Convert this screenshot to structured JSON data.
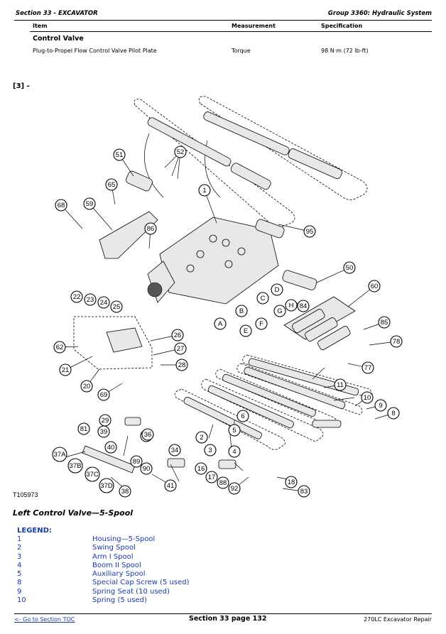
{
  "header": {
    "section": "Section 33 - EXCAVATOR",
    "group": "Group 3360: Hydraulic System"
  },
  "spec_table": {
    "col_item": "Item",
    "col_measurement": "Measurement",
    "col_specification": "Specification",
    "group_title": "Control Valve",
    "row": {
      "item": "Plug-to-Propel Flow Control Valve Pilot Plate",
      "measurement": "Torque",
      "specification": "98 N·m (72 lb-ft)"
    }
  },
  "figure": {
    "ref": "[3] -",
    "figure_id": "T105973",
    "caption": "Left Control Valve—5-Spool",
    "callouts": [
      "1",
      "2",
      "3",
      "4",
      "5",
      "6",
      "8",
      "9",
      "10",
      "11",
      "16",
      "17",
      "18",
      "20",
      "21",
      "22",
      "23",
      "24",
      "25",
      "26",
      "27",
      "28",
      "29",
      "34",
      "35",
      "36",
      "37A",
      "37B",
      "37C",
      "37D",
      "38",
      "39",
      "40",
      "41",
      "50",
      "51",
      "52",
      "59",
      "60",
      "62",
      "65",
      "68",
      "69",
      "77",
      "78",
      "81",
      "83",
      "84",
      "85",
      "86",
      "88",
      "89",
      "90",
      "92",
      "95",
      "A",
      "B",
      "C",
      "D",
      "E",
      "F",
      "G",
      "H"
    ]
  },
  "legend": {
    "title": "LEGEND:",
    "items": [
      {
        "num": "1",
        "desc": "Housing—5-Spool"
      },
      {
        "num": "2",
        "desc": "Swing Spool"
      },
      {
        "num": "3",
        "desc": "Arm I Spool"
      },
      {
        "num": "4",
        "desc": "Boom II Spool"
      },
      {
        "num": "5",
        "desc": "Auxiliary Spool"
      },
      {
        "num": "8",
        "desc": "Special Cap Screw (5 used)"
      },
      {
        "num": "9",
        "desc": "Spring Seat (10 used)"
      },
      {
        "num": "10",
        "desc": "Spring (5 used)"
      }
    ]
  },
  "footer": {
    "toc_link": "<- Go to Section TOC",
    "page": "Section 33 page 132",
    "doc": "270LC Excavator Repair"
  }
}
